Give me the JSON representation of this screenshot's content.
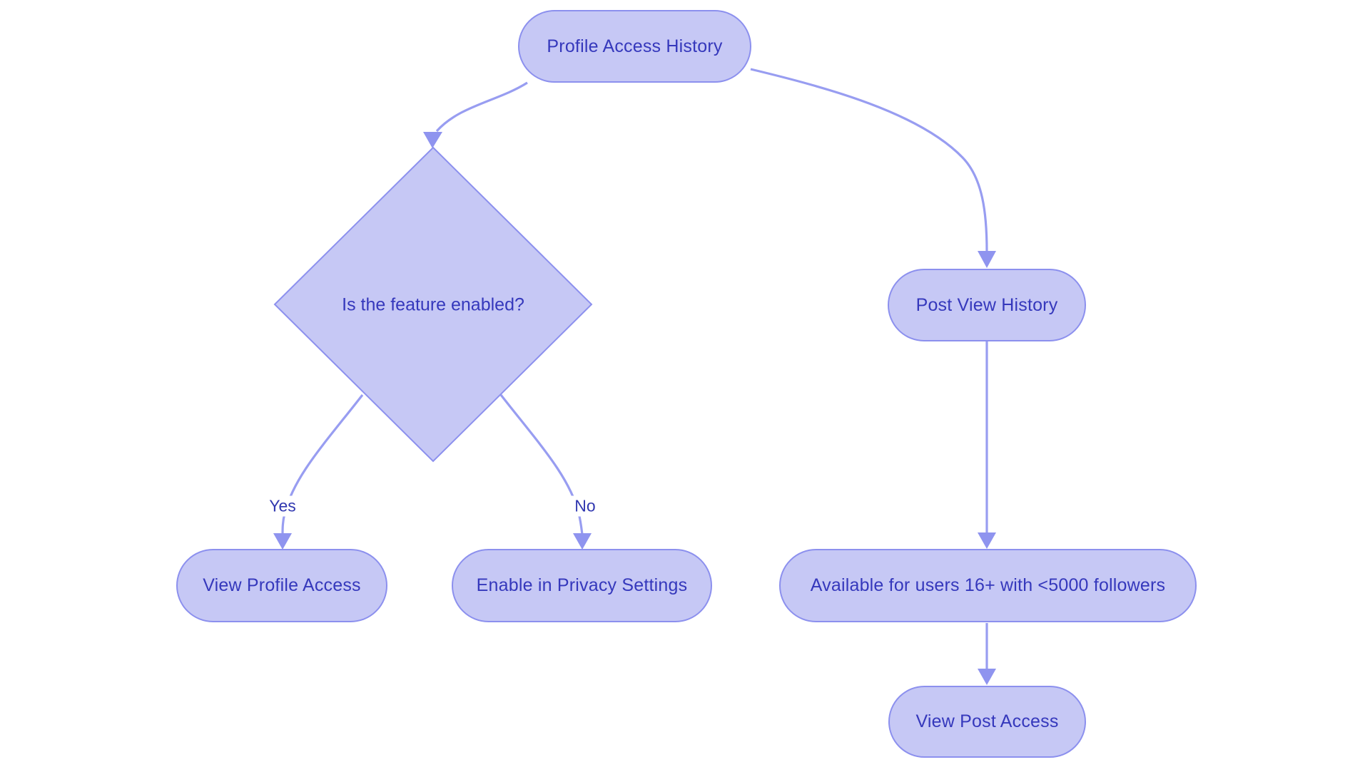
{
  "diagram": {
    "type": "flowchart",
    "direction": "top-down",
    "background": "#ffffff",
    "nodes": {
      "profile_access_history": {
        "label": "Profile Access History",
        "shape": "rounded"
      },
      "feature_enabled": {
        "label": "Is the feature enabled?",
        "shape": "diamond"
      },
      "view_profile_access": {
        "label": "View Profile Access",
        "shape": "rounded"
      },
      "enable_privacy_settings": {
        "label": "Enable in Privacy Settings",
        "shape": "rounded"
      },
      "post_view_history": {
        "label": "Post View History",
        "shape": "rounded"
      },
      "availability": {
        "label": "Available for users 16+ with <5000 followers",
        "shape": "rounded"
      },
      "view_post_access": {
        "label": "View Post Access",
        "shape": "rounded"
      }
    },
    "edges": [
      {
        "from": "profile_access_history",
        "to": "feature_enabled",
        "label": ""
      },
      {
        "from": "profile_access_history",
        "to": "post_view_history",
        "label": ""
      },
      {
        "from": "feature_enabled",
        "to": "view_profile_access",
        "label": "Yes"
      },
      {
        "from": "feature_enabled",
        "to": "enable_privacy_settings",
        "label": "No"
      },
      {
        "from": "post_view_history",
        "to": "availability",
        "label": ""
      },
      {
        "from": "availability",
        "to": "view_post_access",
        "label": ""
      }
    ],
    "colors": {
      "node_fill": "#c6c8f5",
      "node_border": "#8c90ee",
      "node_text": "#3538bc",
      "edge_stroke": "#989df1",
      "arrowhead_fill": "#8f94ef",
      "edge_label_text": "#3138b0",
      "background": "#ffffff"
    }
  }
}
